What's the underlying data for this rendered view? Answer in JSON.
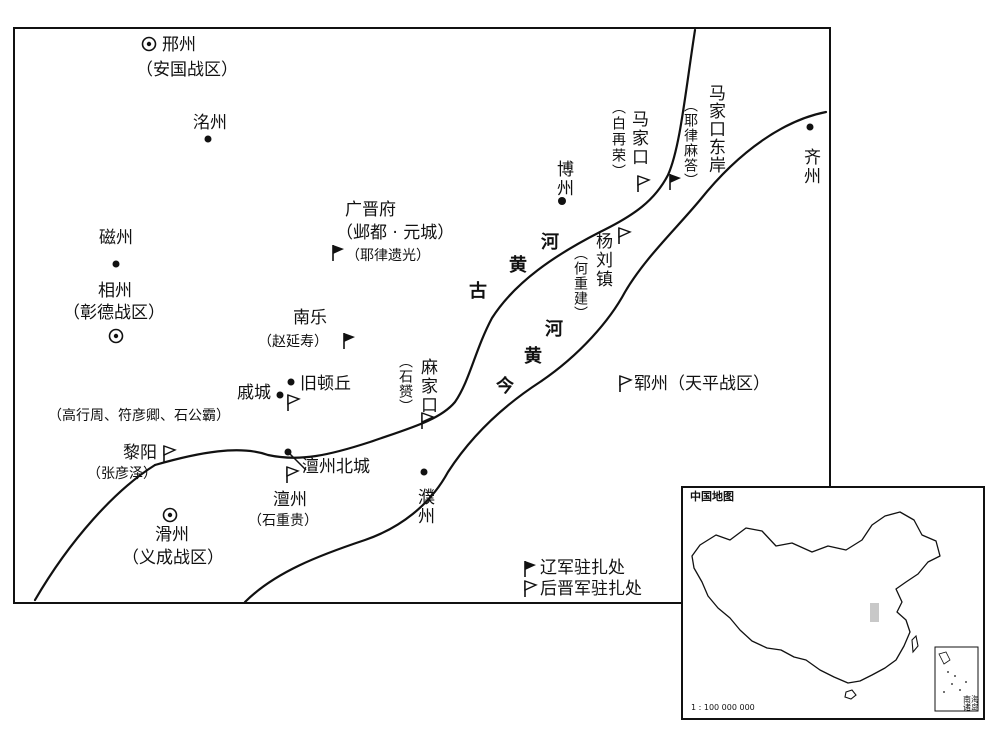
{
  "places": {
    "xingzhou": "邢州",
    "xingzhou_zone": "（安国战区）",
    "mingzhou": "洺州",
    "cizhou": "磁州",
    "xiangzhou": "相州",
    "xiangzhou_zone": "（彰德战区）",
    "guangjinfu": "广晋府",
    "guangjinfu_alt": "（邺都 · 元城）",
    "guangjinfu_camp": "（耶律遗光）",
    "nanle": "南乐",
    "nanle_camp": "（赵延寿）",
    "qicheng": "戚城",
    "jiudunqiu": "旧顿丘",
    "qicheng_camp": "（高行周、符彦卿、石公霸）",
    "liyang": "黎阳",
    "liyang_camp": "（张彦泽）",
    "huazhou": "滑州",
    "huazhou_zone": "（义成战区）",
    "chanzhou_north": "澶州北城",
    "chanzhou": "澶州",
    "chanzhou_camp": "（石重贵）",
    "puzhou": "濮州",
    "majiakou": "麻家口",
    "majiakou_camp": "（石赟）",
    "yangliuzhen": "杨刘镇",
    "yangliuzhen_camp": "（何重建）",
    "bozhou": "博州",
    "majiakou_n": "马家口",
    "majiakou_n_camp": "（白再荣）",
    "majiakou_east": "马家口东岸",
    "majiakou_east_camp": "（耶律麻答）",
    "qizhou": "齐州",
    "yunzhou": "郓州（天平战区）"
  },
  "rivers": {
    "old_yellow_river": [
      "古",
      "黄",
      "河"
    ],
    "current_yellow_river": [
      "今",
      "黄",
      "河"
    ]
  },
  "legend": {
    "liao": "辽军驻扎处",
    "houjin": "后晋军驻扎处"
  },
  "inset": {
    "title": "中国地图",
    "scale": "1 : 100 000 000",
    "south_sea": [
      "南海",
      "诸岛"
    ]
  },
  "colors": {
    "ink": "#111111",
    "highlight": "#c8c8c8"
  }
}
